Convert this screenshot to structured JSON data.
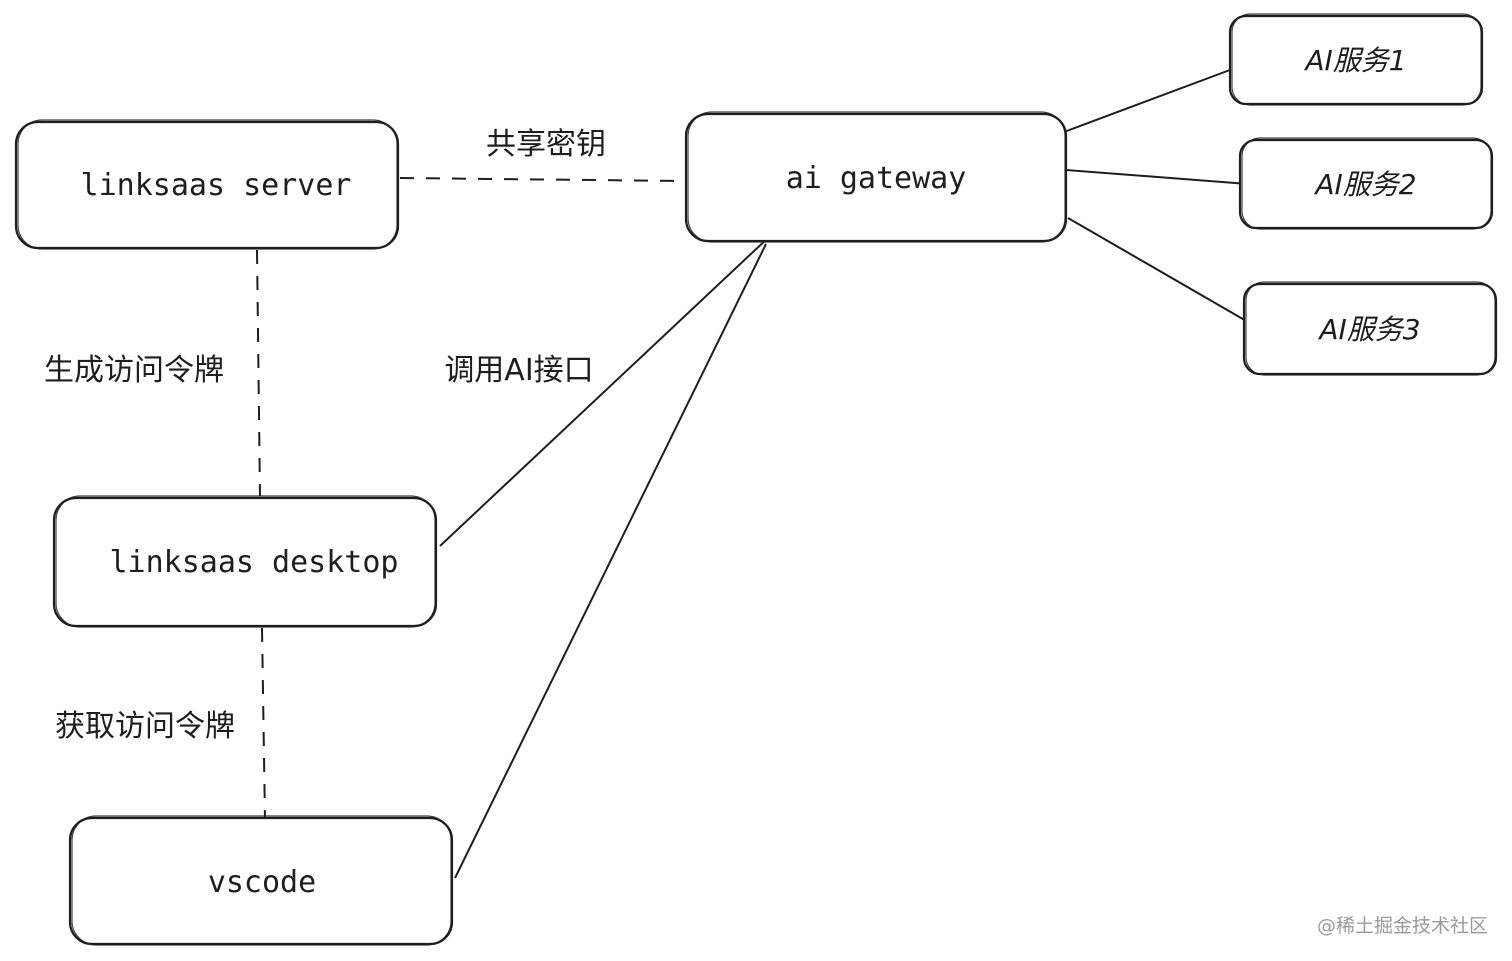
{
  "nodes": {
    "server": "linksaas server",
    "gateway": "ai gateway",
    "desktop": "linksaas desktop",
    "vscode": "vscode",
    "ai1": "AI服务1",
    "ai2": "AI服务2",
    "ai3": "AI服务3"
  },
  "edges": {
    "shared_key": "共享密钥",
    "gen_token": "生成访问令牌",
    "call_ai": "调用AI接口",
    "get_token": "获取访问令牌"
  },
  "watermark": "@稀土掘金技术社区"
}
